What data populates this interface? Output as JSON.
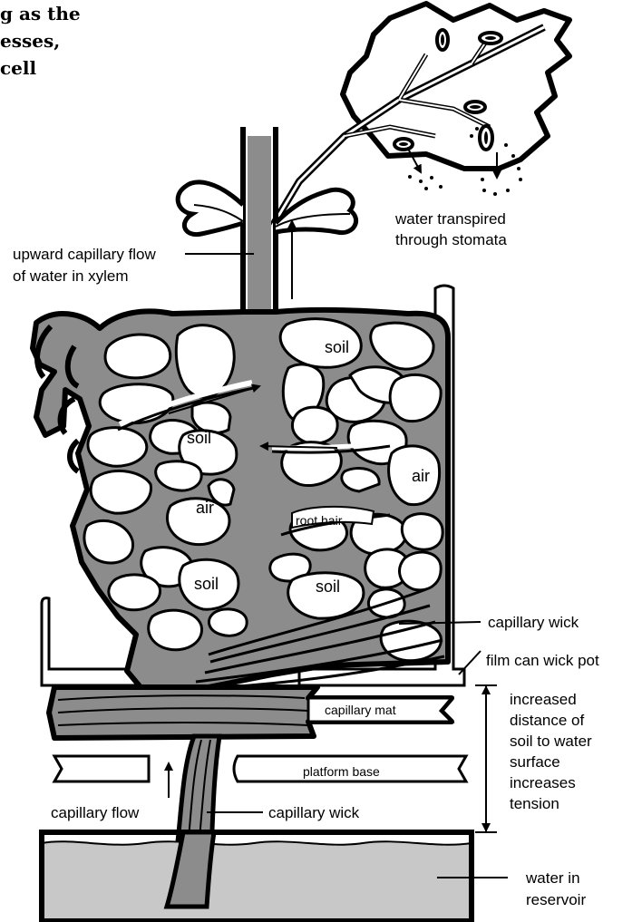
{
  "header_text": {
    "line1": "g as the",
    "line2": "esses,",
    "line3": "cell"
  },
  "labels": {
    "transpired_line1": "water transpired",
    "transpired_line2": "through stomata",
    "xylem_line1": "upward capillary flow",
    "xylem_line2": "of water in xylem",
    "soil": "soil",
    "air": "air",
    "root_hair": "root hair",
    "capillary_wick_upper": "capillary wick",
    "film_can": "film can wick pot",
    "capillary_mat": "capillary mat",
    "platform_base": "platform base",
    "capillary_flow": "capillary flow",
    "capillary_wick_lower": "capillary wick",
    "tension_line1": "increased",
    "tension_line2": "distance of",
    "tension_line3": "soil to water",
    "tension_line4": "surface",
    "tension_line5": "increases",
    "tension_line6": "tension",
    "reservoir_line1": "water in",
    "reservoir_line2": "reservoir"
  },
  "colors": {
    "soil_water": "#8c8c8c",
    "reservoir_water": "#c8c8c8",
    "ink": "#000000"
  }
}
